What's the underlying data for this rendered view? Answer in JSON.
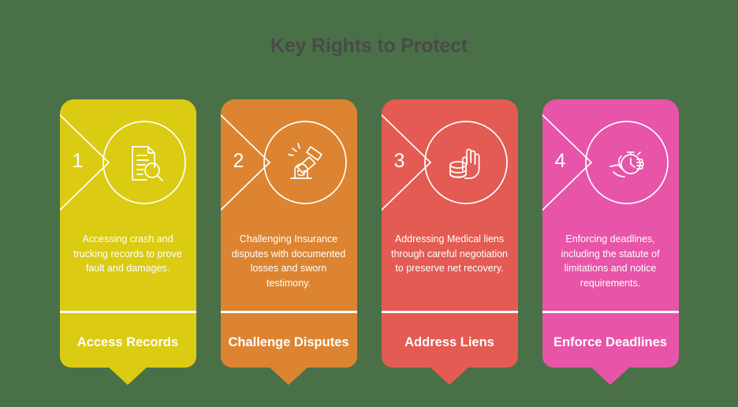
{
  "header": {
    "title": "Key Rights to Protect"
  },
  "theme": {
    "background": "#4a7048",
    "title_color": "#4a4a4a",
    "text_color": "#ffffff"
  },
  "cards": [
    {
      "number": "1",
      "color": "#dbcb12",
      "icon": "document-search-icon",
      "description": "Accessing crash and trucking records to prove fault and damages.",
      "label": "Access Records"
    },
    {
      "number": "2",
      "color": "#dc8431",
      "icon": "gavel-verdict-icon",
      "description": "Challenging Insurance disputes with documented losses and sworn testimony.",
      "label": "Challenge Disputes"
    },
    {
      "number": "3",
      "color": "#e35b52",
      "icon": "hand-coins-icon",
      "description": "Addressing Medical liens through careful negotiation to preserve net recovery.",
      "label": "Address Liens"
    },
    {
      "number": "4",
      "color": "#e754a8",
      "icon": "hand-stopwatch-icon",
      "description": "Enforcing deadlines, including the statute of limitations and notice requirements.",
      "label": "Enforce Deadlines"
    }
  ]
}
